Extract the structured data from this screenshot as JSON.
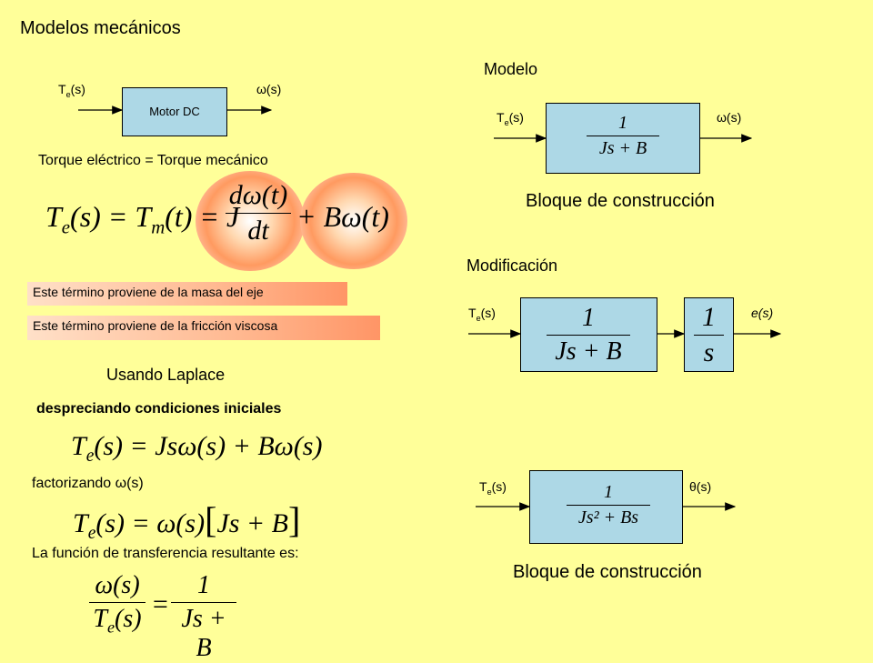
{
  "title": "Modelos mecánicos",
  "motor_block": {
    "input": "T",
    "input_sub": "e",
    "input_arg": "(s)",
    "label": "Motor DC",
    "output": "ω(s)"
  },
  "torque_text": "Torque eléctrico = Torque mecánico",
  "equation1": "T_e(s) = T_m(t) = J dω(t)/dt + Bω(t)",
  "note_mass": "Este término proviene de la masa del eje",
  "note_friction": "Este término proviene de la fricción viscosa",
  "laplace_title": "Usando Laplace",
  "laplace_sub": "despreciando condiciones iniciales",
  "equation2": "T_e(s) = Jsω(s) + Bω(s)",
  "factor_text": "factorizando ω(s)",
  "equation3": "T_e(s) = ω(s)[Js + B]",
  "transfer_text": "La función de transferencia resultante es:",
  "equation4": "ω(s)/T_e(s) = 1/(Js + B)",
  "model_section": {
    "title": "Modelo",
    "input": "T",
    "input_sub": "e",
    "input_arg": "(s)",
    "output": "ω(s)",
    "tf_num": "1",
    "tf_den": "Js + B",
    "caption": "Bloque de construcción"
  },
  "modification_section": {
    "title": "Modificación",
    "input": "T",
    "input_sub": "e",
    "input_arg": "(s)",
    "output": "e(s)",
    "tf1_num": "1",
    "tf1_den": "Js + B",
    "tf2_num": "1",
    "tf2_den": "s"
  },
  "final_block": {
    "input": "T",
    "input_sub": "e",
    "input_arg": "(s)",
    "output": "θ(s)",
    "tf_num": "1",
    "tf_den": "Js² + Bs",
    "caption": "Bloque de construcción"
  },
  "colors": {
    "background": "#FFFF99",
    "block": "#ADD8E6",
    "note_gradient_end": "#FF9566"
  }
}
